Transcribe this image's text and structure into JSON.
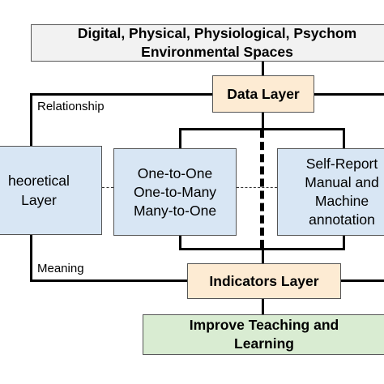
{
  "spaces_box": {
    "line1": "Digital, Physical, Physiological, Psychom",
    "line2": "Environmental Spaces"
  },
  "data_layer": {
    "label": "Data Layer"
  },
  "theoretical_layer": {
    "line1": "heoretical",
    "line2": "Layer"
  },
  "relationships": {
    "line1": "One-to-One",
    "line2": "One-to-Many",
    "line3": "Many-to-One"
  },
  "annotation": {
    "line1": "Self-Report",
    "line2": "Manual and",
    "line3": "Machine",
    "line4": "annotation"
  },
  "indicators_layer": {
    "label": "Indicators Layer"
  },
  "outcome": {
    "line1": "Improve Teaching and",
    "line2": "Learning"
  },
  "edge_labels": {
    "relationship": "Relationship",
    "meaning": "Meaning"
  },
  "colors": {
    "spaces_fill": "#f2f2f2",
    "layer_fill": "#fdebd3",
    "blue_fill": "#d8e6f4",
    "green_fill": "#d9ecd2"
  }
}
